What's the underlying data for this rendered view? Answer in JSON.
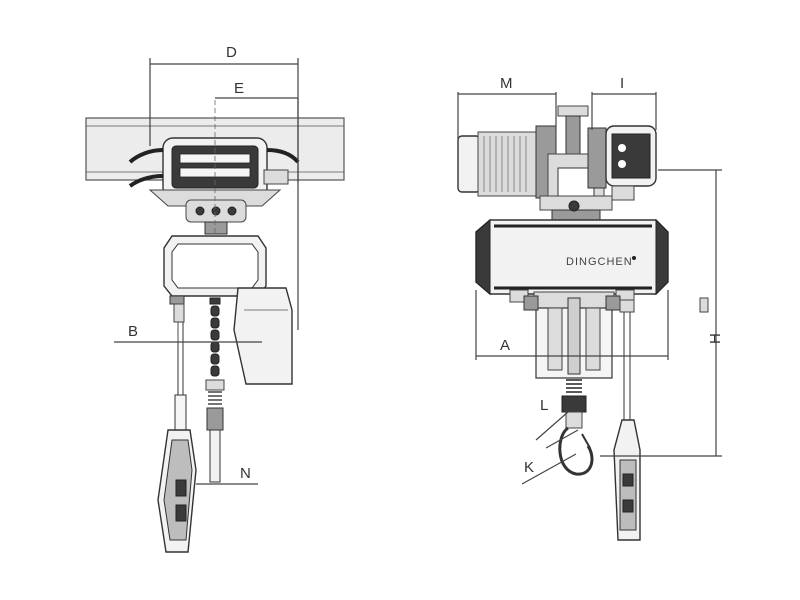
{
  "dimension_labels": {
    "D": "D",
    "E": "E",
    "B": "B",
    "N": "N",
    "M": "M",
    "I": "I",
    "A": "A",
    "H": "H",
    "L": "L",
    "K": "K"
  },
  "brand_text": "DINGCHEN",
  "colors": {
    "line": "#444444",
    "dark": "#3a3a3a",
    "panel": "#f2f2f2"
  }
}
